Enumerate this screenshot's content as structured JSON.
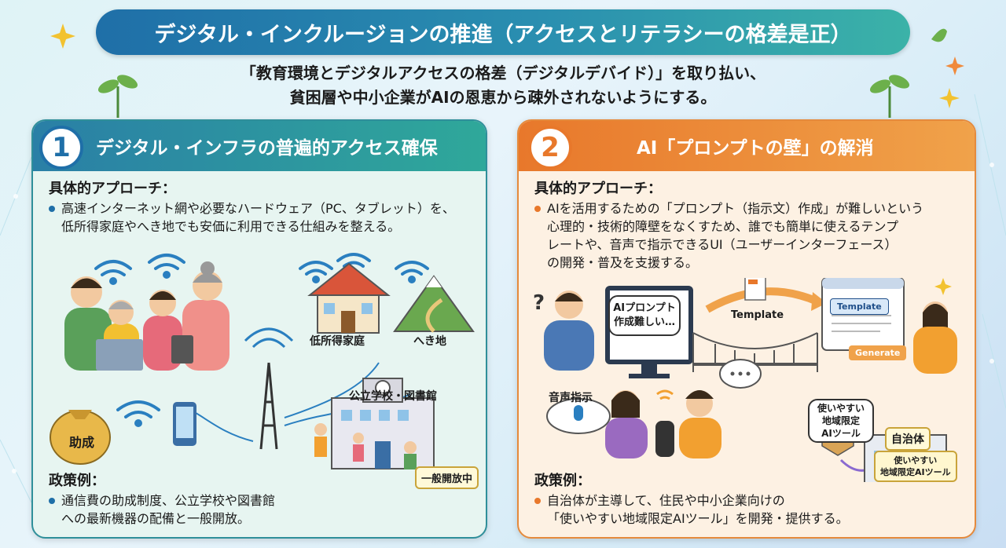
{
  "header": {
    "title": "デジタル・インクルージョンの推進（アクセスとリテラシーの格差是正）",
    "subtitle_line1": "「教育環境とデジタルアクセスの格差（デジタルデバイド）」を取り払い、",
    "subtitle_line2": "貧困層や中小企業がAIの恩恵から疎外されないようにする。"
  },
  "left_panel": {
    "number": "1",
    "title": "デジタル・インフラの普遍的アクセス確保",
    "approach_label": "具体的アプローチ：",
    "approach_line1": "高速インターネット網や必要なハードウェア（PC、タブレット）を、",
    "approach_line2": "低所得家庭やへき地でも安価に利用できる仕組みを整える。",
    "illus_low_income": "低所得家庭",
    "illus_remote": "へき地",
    "illus_subsidy": "助成",
    "illus_school": "公立学校・図書館",
    "illus_open": "一般開放中",
    "policy_label": "政策例：",
    "policy_line1": "通信費の助成制度、公立学校や図書館",
    "policy_line2": "への最新機器の配備と一般開放。"
  },
  "right_panel": {
    "number": "2",
    "title": "AI「プロンプトの壁」の解消",
    "approach_label": "具体的アプローチ：",
    "approach_line1": "AIを活用するための「プロンプト（指示文）作成」が難しいという",
    "approach_line2": "心理的・技術的障壁をなくすため、誰でも簡単に使えるテンプ",
    "approach_line3": "レートや、音声で指示できるUI（ユーザーインターフェース）",
    "approach_line4": "の開発・普及を支援する。",
    "illus_bubble_line1": "AIプロンプト",
    "illus_bubble_line2": "作成難しい…",
    "illus_template_arrow": "Template",
    "illus_template_chip": "Template",
    "illus_generate_chip": "Generate",
    "illus_voice": "音声指示",
    "illus_local_tool_line1": "使いやすい",
    "illus_local_tool_line2": "地域限定",
    "illus_local_tool_line3": "AIツール",
    "illus_govt": "自治体",
    "illus_govt_tool_line1": "使いやすい",
    "illus_govt_tool_line2": "地域限定AIツール",
    "policy_label": "政策例：",
    "policy_line1": "自治体が主導して、住民や中小企業向けの",
    "policy_line2": "「使いやすい地域限定AIツール」を開発・提供する。"
  },
  "colors": {
    "title_start": "#1f6fa8",
    "title_end": "#3bb2a8",
    "left_accent": "#2f8f9a",
    "right_accent": "#e8782b"
  }
}
